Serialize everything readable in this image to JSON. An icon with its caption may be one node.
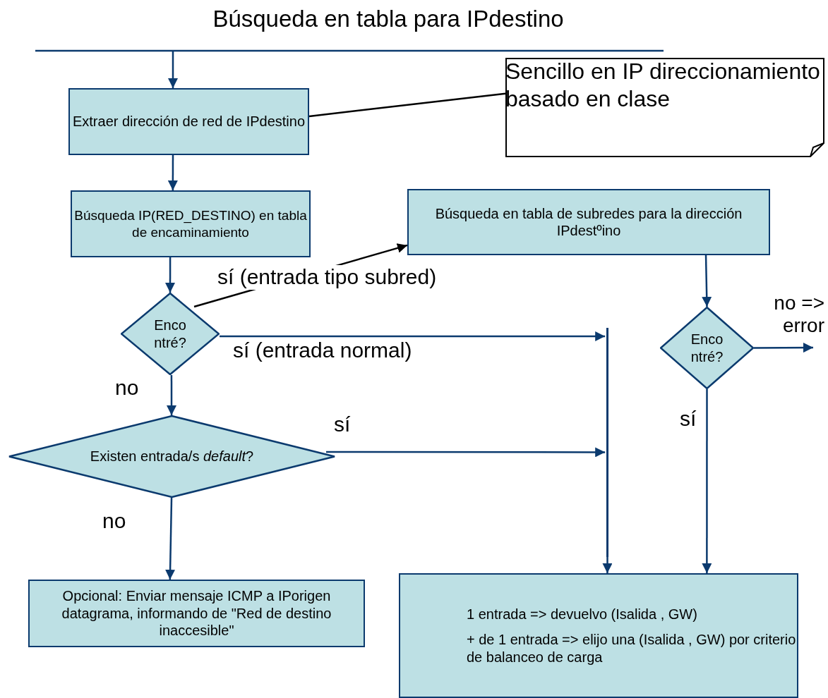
{
  "diagram": {
    "title": "Búsqueda en tabla para IPdestino",
    "nodes": [
      {
        "text": [
          "Extraer dirección de red de IPdestino"
        ]
      },
      {
        "text": [
          "Sencillo en IP direccionamiento basado en clase"
        ]
      },
      {
        "text": [
          "Búsqueda IP(RED_DESTINO) en tabla de encaminamiento"
        ]
      },
      {
        "text": [
          "Búsqueda en tabla de subredes para la dirección IPdestºino"
        ]
      },
      {
        "text": [
          "Enco ntré?"
        ]
      },
      {
        "text": [
          "Enco ntré?"
        ]
      },
      {
        "text": [],
        "shape": "bar"
      },
      {
        "text": [
          "Existen entrada/s *default*?"
        ]
      },
      {
        "text": [
          "Opcional: Enviar mensaje ICMP a IPorigen datagrama, informando de \"Red de destino inaccesible\""
        ]
      },
      {
        "text": [
          "1 entrada => devuelvo (Isalida , GW)",
          "+ de 1 entrada => elijo una (Isalida , GW) por criterio de balanceo de carga"
        ]
      }
    ],
    "edges": [
      {
        "from": null,
        "to": 0,
        "arrow": "to"
      },
      {
        "from": 0,
        "to": 1,
        "arrow": "none",
        "color": "#000000"
      },
      {
        "from": 0,
        "to": 2,
        "arrow": "to"
      },
      {
        "from": 2,
        "to": 4,
        "arrow": "to"
      },
      {
        "from": 4,
        "to": 3,
        "arrow": "to",
        "label": "sí (entrada tipo subred)",
        "color": "#000000"
      },
      {
        "from": 4,
        "to": 6,
        "arrow": "to",
        "label": "sí (entrada normal)"
      },
      {
        "from": 4,
        "to": 7,
        "arrow": "to",
        "label": "no"
      },
      {
        "from": 3,
        "to": 5,
        "arrow": "to"
      },
      {
        "from": 5,
        "to": null,
        "arrow": "to",
        "label": "no => error"
      },
      {
        "from": 5,
        "to": 9,
        "arrow": "to",
        "label": "sí"
      },
      {
        "from": 7,
        "to": 6,
        "arrow": "to",
        "label": "sí"
      },
      {
        "from": 7,
        "to": 8,
        "arrow": "to",
        "label": "no"
      },
      {
        "from": 6,
        "to": 9,
        "arrow": "to"
      }
    ]
  }
}
